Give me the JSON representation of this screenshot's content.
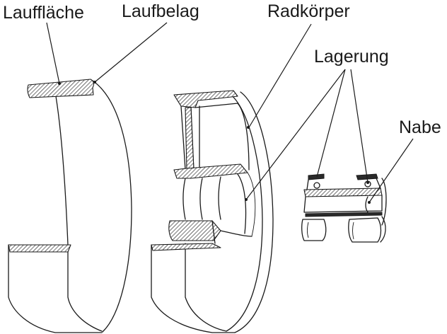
{
  "labels": {
    "lauffl": "Lauffläche",
    "belag": "Laufbelag",
    "rad": "Radkörper",
    "lager": "Lagerung",
    "nabe": "Nabe"
  }
}
